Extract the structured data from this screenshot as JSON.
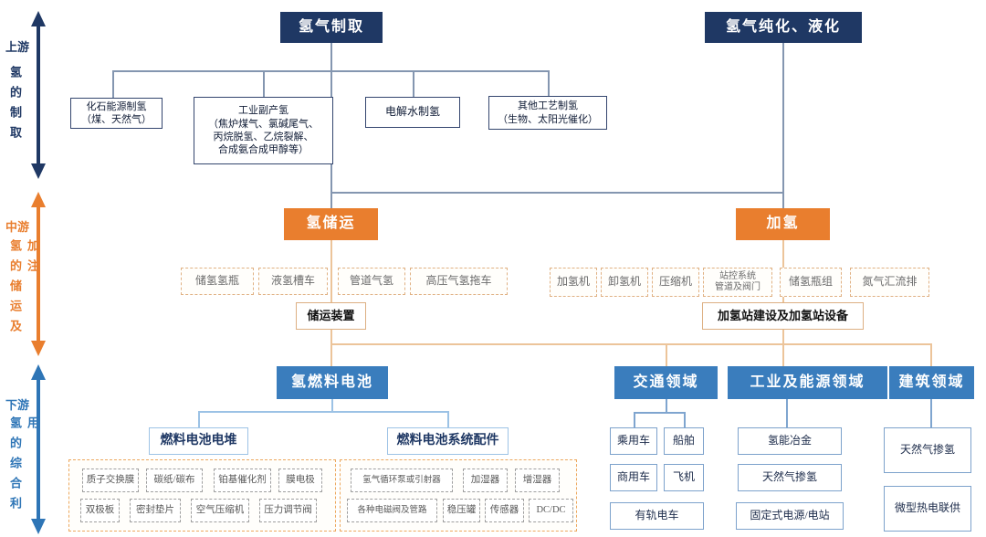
{
  "stages": {
    "upstream": {
      "label": "上游",
      "sublabel": "氢的制取",
      "color": "#1f3864"
    },
    "midstream": {
      "label": "中游",
      "sublabel": "氢的储运及加注",
      "color": "#e97e2e"
    },
    "downstream": {
      "label": "下游",
      "sublabel": "氢的综合利用",
      "color": "#2e75b6"
    }
  },
  "upstream": {
    "production_header": "氢气制取",
    "purification_header": "氢气纯化、液化",
    "methods": [
      "化石能源制氢\n（煤、天然气）",
      "工业副产氢\n（焦炉煤气、氯碱尾气、\n丙烷脱氢、乙烷裂解、\n合成氨合成甲醇等）",
      "电解水制氢",
      "其他工艺制氢\n（生物、太阳光催化）"
    ]
  },
  "midstream": {
    "storage_header": "氢储运",
    "refueling_header": "加氢",
    "storage_items": [
      "储氢氢瓶",
      "液氢槽车",
      "管道气氢",
      "高压气氢拖车"
    ],
    "storage_equipment": "储运装置",
    "refueling_items": [
      "加氢机",
      "卸氢机",
      "压缩机",
      "站控系统\n管道及阀门",
      "储氢瓶组",
      "氮气汇流排"
    ],
    "refueling_equipment": "加氢站建设及加氢站设备"
  },
  "downstream": {
    "fuel_cell": {
      "header": "氢燃料电池",
      "stack_header": "燃料电池电堆",
      "stack_items": [
        "质子交换膜",
        "碳纸/碳布",
        "铂基催化剂",
        "膜电极",
        "双极板",
        "密封垫片",
        "空气压缩机",
        "压力调节阀"
      ],
      "system_header": "燃料电池系统配件",
      "system_items": [
        "氢气循环泵或引射器",
        "加湿器",
        "增湿器",
        "各种电磁阀及管路",
        "稳压罐",
        "传感器",
        "DC/DC"
      ]
    },
    "transport": {
      "header": "交通领域",
      "items": [
        "乘用车",
        "船舶",
        "商用车",
        "飞机",
        "有轨电车"
      ]
    },
    "industry": {
      "header": "工业及能源领域",
      "items": [
        "氢能冶金",
        "天然气掺氢",
        "固定式电源/电站"
      ]
    },
    "building": {
      "header": "建筑领域",
      "items": [
        "天然气掺氢",
        "微型热电联供"
      ]
    }
  },
  "colors": {
    "navy": "#1f3864",
    "orange": "#e97e2e",
    "blue": "#3a7dbd",
    "line_gray_blue": "#8496b0",
    "line_tan": "#ecc49a"
  }
}
